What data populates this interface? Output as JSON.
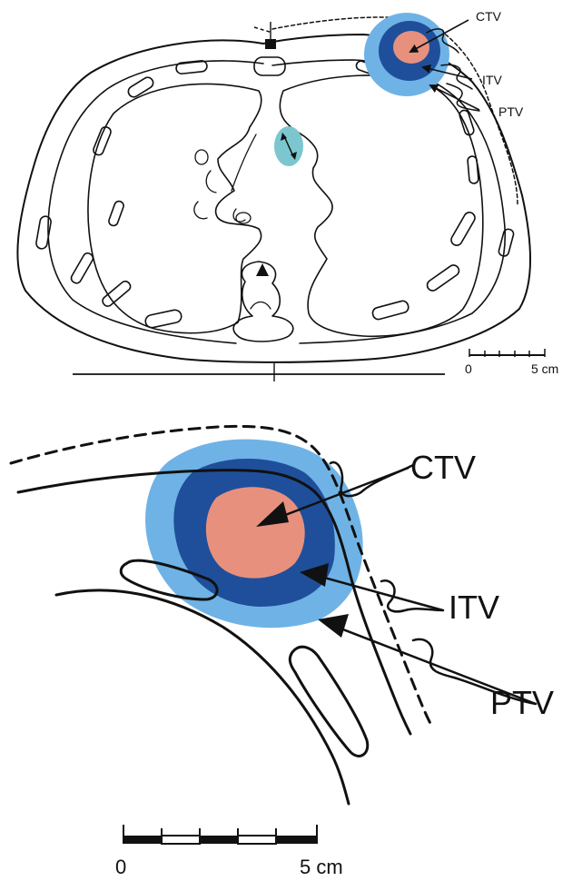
{
  "top_panel": {
    "labels": {
      "ctv": "CTV",
      "itv": "ITV",
      "ptv": "PTV"
    },
    "scale": {
      "zero": "0",
      "end": "5 cm"
    }
  },
  "bottom_panel": {
    "labels": {
      "ctv": "CTV",
      "itv": "ITV",
      "ptv": "PTV"
    },
    "scale": {
      "zero": "0",
      "end": "5 cm"
    }
  },
  "colors": {
    "ctv": "#e8907e",
    "itv": "#1f4f9a",
    "ptv": "#6fb3e6",
    "nodule": "#7cc6cf",
    "outline": "#111111"
  }
}
